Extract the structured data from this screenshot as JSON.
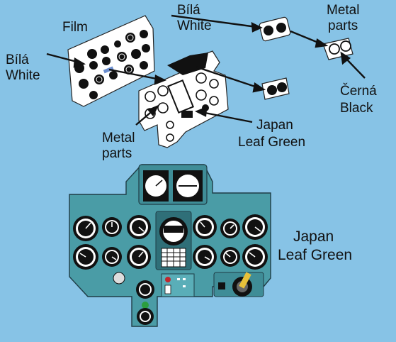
{
  "labels": {
    "film": "Film",
    "bila_left": "Bílá",
    "white_left": "White",
    "bila_top": "Bílá",
    "white_top": "White",
    "metal_top_1": "Metal",
    "metal_top_2": "parts",
    "cerna": "Černá",
    "black": "Black",
    "japan_mid_1": "Japan",
    "japan_mid_2": "Leaf Green",
    "metal_mid_1": "Metal",
    "metal_mid_2": "parts",
    "japan_big_1": "Japan",
    "japan_big_2": "Leaf Green"
  },
  "colors": {
    "background": "#87c3e6",
    "panel_green": "#4a9ca6",
    "panel_outline": "#1f3d46",
    "film_white": "#ffffff",
    "gauge_black": "#111111",
    "metal_gray": "#e6e6e6"
  },
  "parts": [
    "film-instrument-sheet",
    "metal-instrument-panel",
    "metal-small-gauge-pair",
    "white-small-gauge-pair",
    "assembled-instrument-panel"
  ]
}
